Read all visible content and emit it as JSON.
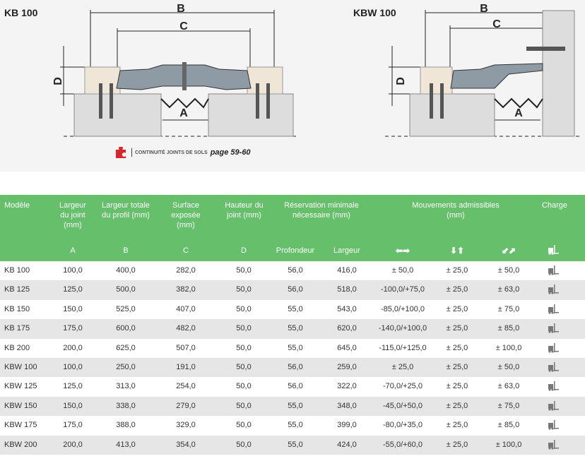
{
  "diagrams": {
    "left": {
      "title": "KB 100",
      "dims": [
        "B",
        "C",
        "D",
        "A"
      ]
    },
    "right": {
      "title": "KBW 100",
      "dims": [
        "B",
        "C",
        "D",
        "A"
      ]
    },
    "reference": {
      "label": "CONTINUITÉ JOINTS DE SOLS",
      "page": "page 59-60",
      "icon": "puzzle-icon"
    }
  },
  "table": {
    "headers": {
      "model": "Modèle",
      "a": "Largeur du joint (mm)",
      "b": "Largeur totale du profil (mm)",
      "c": "Surface exposée (mm)",
      "d": "Hauteur du joint (mm)",
      "reservation": "Réservation minimale nécessaire (mm)",
      "movements": "Mouvements admissibles (mm)",
      "charge": "Charge"
    },
    "subheaders": [
      "A",
      "B",
      "C",
      "D",
      "Profondeur",
      "Largeur"
    ],
    "movement_icons": [
      "horizontal-movement-icon",
      "vertical-movement-icon",
      "diagonal-movement-icon"
    ],
    "charge_icon": "forklift-icon",
    "accent": "#66bf6a",
    "rows": [
      [
        "KB 100",
        "100,0",
        "400,0",
        "282,0",
        "50,0",
        "56,0",
        "416,0",
        "± 50,0",
        "± 25,0",
        "± 50,0"
      ],
      [
        "KB 125",
        "125,0",
        "500,0",
        "382,0",
        "50,0",
        "56,0",
        "518,0",
        "-100,0/+75,0",
        "± 25,0",
        "± 63,0"
      ],
      [
        "KB 150",
        "150,0",
        "525,0",
        "407,0",
        "50,0",
        "55,0",
        "543,0",
        "-85,0/+100,0",
        "± 25,0",
        "± 75,0"
      ],
      [
        "KB 175",
        "175,0",
        "600,0",
        "482,0",
        "50,0",
        "55,0",
        "620,0",
        "-140,0/+100,0",
        "± 25,0",
        "± 85,0"
      ],
      [
        "KB 200",
        "200,0",
        "625,0",
        "507,0",
        "50,0",
        "55,0",
        "645,0",
        "-115,0/+125,0",
        "± 25,0",
        "± 100,0"
      ],
      [
        "KBW 100",
        "100,0",
        "250,0",
        "191,0",
        "50,0",
        "56,0",
        "259,0",
        "± 25,0",
        "± 25,0",
        "± 50,0"
      ],
      [
        "KBW 125",
        "125,0",
        "313,0",
        "254,0",
        "50,0",
        "56,0",
        "322,0",
        "-70,0/+25,0",
        "± 25,0",
        "± 63,0"
      ],
      [
        "KBW 150",
        "150,0",
        "338,0",
        "279,0",
        "50,0",
        "55,0",
        "348,0",
        "-45,0/+50,0",
        "± 25,0",
        "± 75,0"
      ],
      [
        "KBW 175",
        "175,0",
        "388,0",
        "329,0",
        "50,0",
        "55,0",
        "399,0",
        "-80,0/+35,0",
        "± 25,0",
        "± 85,0"
      ],
      [
        "KBW 200",
        "200,0",
        "413,0",
        "354,0",
        "50,0",
        "55,0",
        "424,0",
        "-55,0/+60,0",
        "± 25,0",
        "± 100,0"
      ]
    ]
  }
}
